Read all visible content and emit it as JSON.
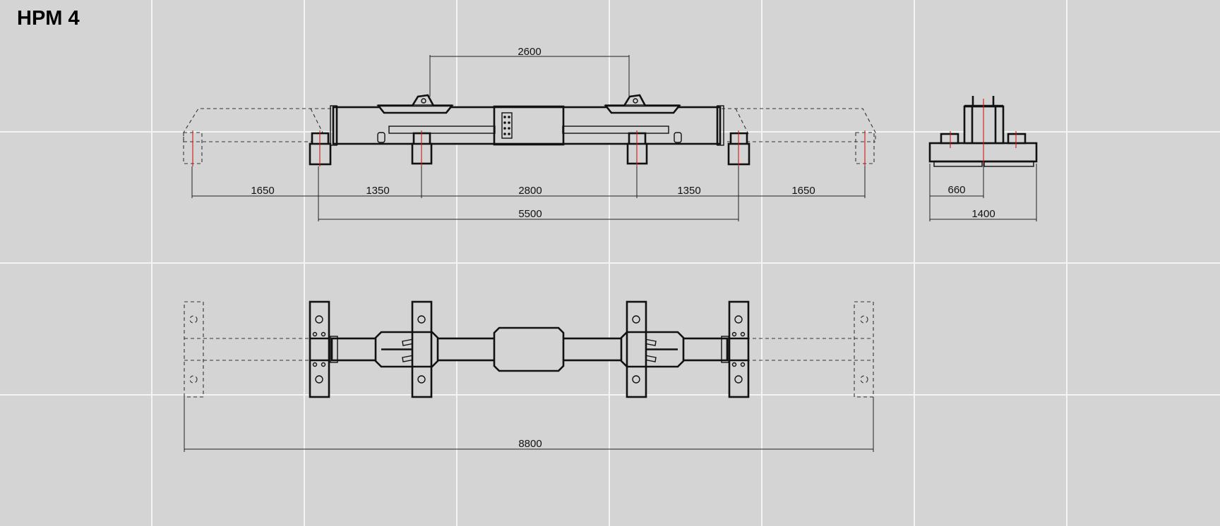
{
  "title": "HPM 4",
  "dimensions": {
    "lift_points_span": "2600",
    "left_ext": "1650",
    "left_inner": "1350",
    "center": "2800",
    "right_inner": "1350",
    "right_ext": "1650",
    "retracted_width": "5500",
    "side_half": "660",
    "side_width": "1400",
    "extended_length": "8800"
  }
}
